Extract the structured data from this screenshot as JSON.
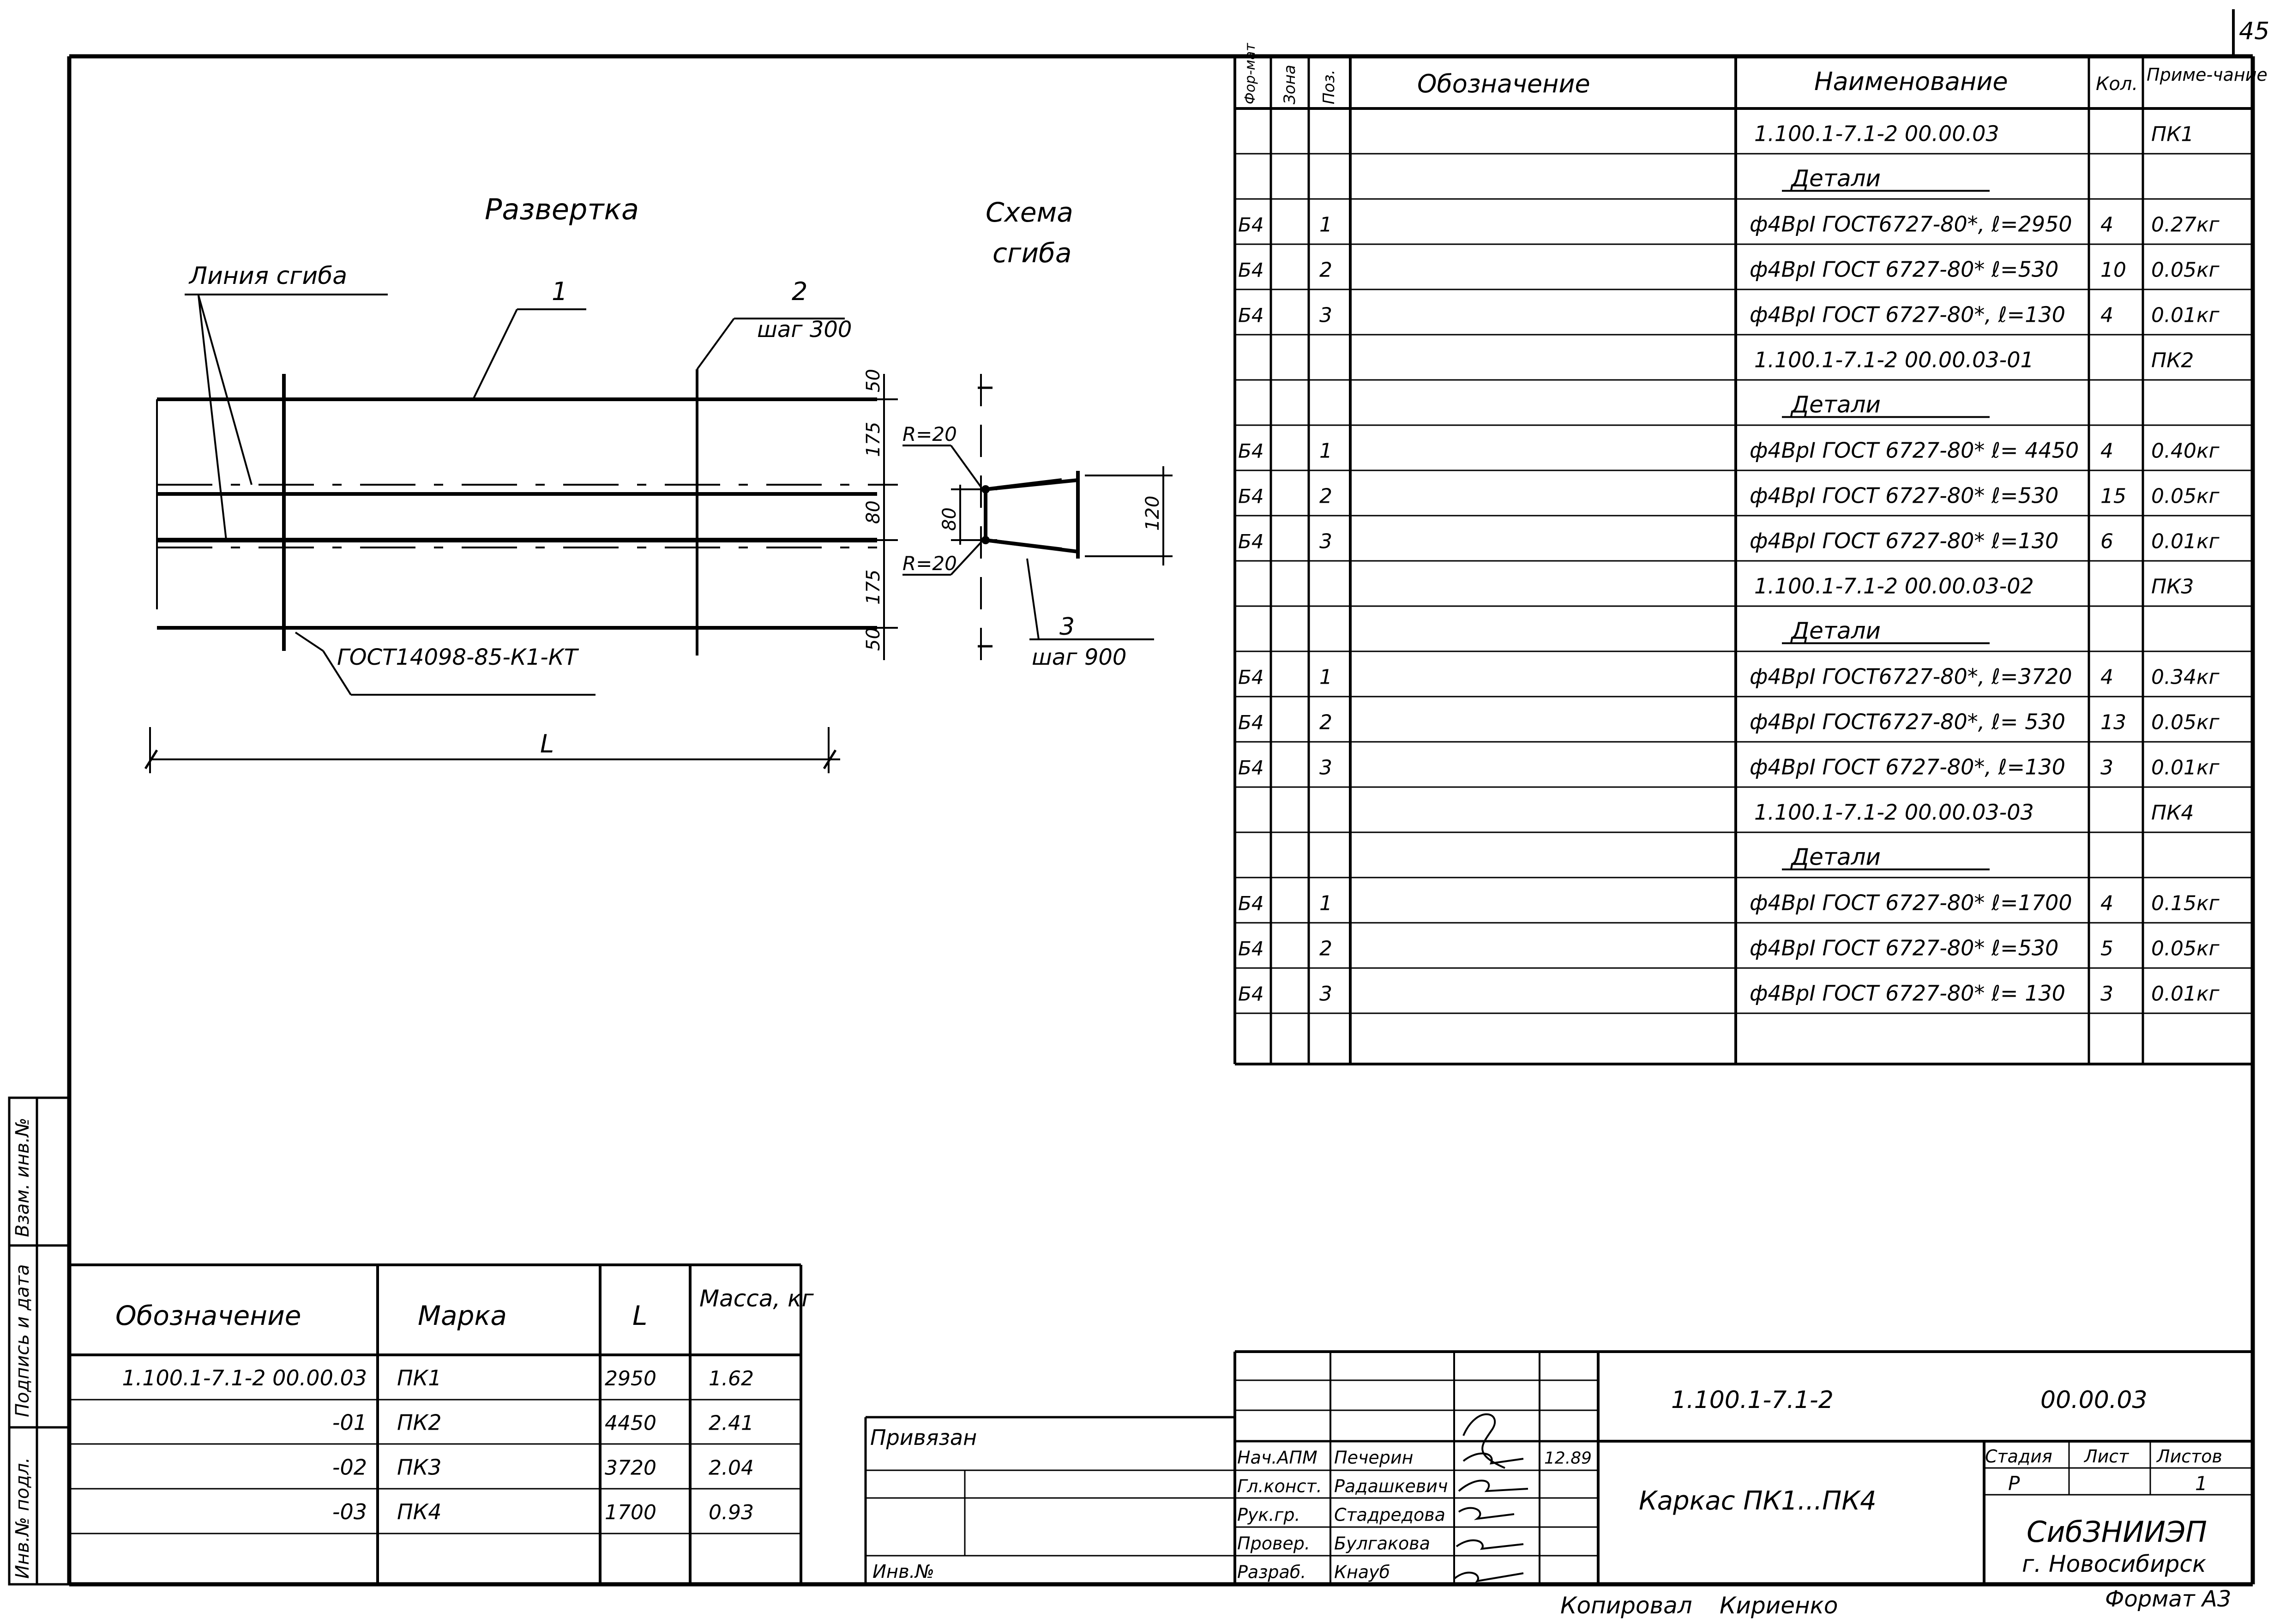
{
  "page_number": "45",
  "drawing": {
    "unfold_title": "Развертка",
    "bend_scheme_title_1": "Схема",
    "bend_scheme_title_2": "сгиба",
    "bend_line_label": "Линия сгиба",
    "callout_1": "1",
    "callout_2": "2",
    "callout_2_step": "шаг 300",
    "callout_3": "3",
    "callout_3_step": "шаг 900",
    "gost_label": "ГОСТ14098-85-К1-КТ",
    "length_label": "L",
    "dim_50_top": "50",
    "dim_175_top": "175",
    "dim_80": "80",
    "dim_175_bottom": "175",
    "dim_50_bottom": "50",
    "scheme_r20_top": "R=20",
    "scheme_r20_bottom": "R=20",
    "scheme_80": "80",
    "scheme_120": "120"
  },
  "spec": {
    "headers": {
      "format": "Фор-мат",
      "zone": "Зона",
      "pos": "Поз.",
      "designation": "Обозначение",
      "name": "Наименование",
      "qty": "Кол.",
      "note": "Приме-чание"
    },
    "rows": [
      {
        "fmt": "",
        "pos": "",
        "name": "1.100.1-7.1-2     00.00.03",
        "qty": "",
        "note": "ПК1",
        "style": "code"
      },
      {
        "fmt": "",
        "pos": "",
        "name": "Детали",
        "qty": "",
        "note": "",
        "style": "heading"
      },
      {
        "fmt": "Б4",
        "pos": "1",
        "name": "ф4ВрI ГОСТ6727-80*, ℓ=2950",
        "qty": "4",
        "note": "0.27кг",
        "style": ""
      },
      {
        "fmt": "Б4",
        "pos": "2",
        "name": "ф4ВрI ГОСТ 6727-80* ℓ=530",
        "qty": "10",
        "note": "0.05кг",
        "style": ""
      },
      {
        "fmt": "Б4",
        "pos": "3",
        "name": "ф4ВрI ГОСТ 6727-80*, ℓ=130",
        "qty": "4",
        "note": "0.01кг",
        "style": ""
      },
      {
        "fmt": "",
        "pos": "",
        "name": "1.100.1-7.1-2   00.00.03-01",
        "qty": "",
        "note": "ПК2",
        "style": "code"
      },
      {
        "fmt": "",
        "pos": "",
        "name": "Детали",
        "qty": "",
        "note": "",
        "style": "heading"
      },
      {
        "fmt": "Б4",
        "pos": "1",
        "name": "ф4ВрI ГОСТ 6727-80* ℓ= 4450",
        "qty": "4",
        "note": "0.40кг",
        "style": ""
      },
      {
        "fmt": "Б4",
        "pos": "2",
        "name": "ф4ВрI ГОСТ 6727-80* ℓ=530",
        "qty": "15",
        "note": "0.05кг",
        "style": ""
      },
      {
        "fmt": "Б4",
        "pos": "3",
        "name": "ф4ВрI ГОСТ 6727-80* ℓ=130",
        "qty": "6",
        "note": "0.01кг",
        "style": ""
      },
      {
        "fmt": "",
        "pos": "",
        "name": "1.100.1-7.1-2   00.00.03-02",
        "qty": "",
        "note": "ПК3",
        "style": "code"
      },
      {
        "fmt": "",
        "pos": "",
        "name": "Детали",
        "qty": "",
        "note": "",
        "style": "heading"
      },
      {
        "fmt": "Б4",
        "pos": "1",
        "name": "ф4ВрI ГОСТ6727-80*, ℓ=3720",
        "qty": "4",
        "note": "0.34кг",
        "style": ""
      },
      {
        "fmt": "Б4",
        "pos": "2",
        "name": "ф4ВрI ГОСТ6727-80*, ℓ= 530",
        "qty": "13",
        "note": "0.05кг",
        "style": ""
      },
      {
        "fmt": "Б4",
        "pos": "3",
        "name": "ф4ВрI ГОСТ 6727-80*, ℓ=130",
        "qty": "3",
        "note": "0.01кг",
        "style": ""
      },
      {
        "fmt": "",
        "pos": "",
        "name": "1.100.1-7.1-2   00.00.03-03",
        "qty": "",
        "note": "ПК4",
        "style": "code"
      },
      {
        "fmt": "",
        "pos": "",
        "name": "Детали",
        "qty": "",
        "note": "",
        "style": "heading"
      },
      {
        "fmt": "Б4",
        "pos": "1",
        "name": "ф4ВрI ГОСТ 6727-80* ℓ=1700",
        "qty": "4",
        "note": "0.15кг",
        "style": ""
      },
      {
        "fmt": "Б4",
        "pos": "2",
        "name": "ф4ВрI ГОСТ 6727-80* ℓ=530",
        "qty": "5",
        "note": "0.05кг",
        "style": ""
      },
      {
        "fmt": "Б4",
        "pos": "3",
        "name": "ф4ВрI ГОСТ 6727-80* ℓ= 130",
        "qty": "3",
        "note": "0.01кг",
        "style": ""
      },
      {
        "fmt": "",
        "pos": "",
        "name": "",
        "qty": "",
        "note": "",
        "style": ""
      }
    ]
  },
  "marks_table": {
    "headers": {
      "designation": "Обозначение",
      "mark": "Марка",
      "length": "L",
      "mass": "Масса, кг"
    },
    "rows": [
      {
        "designation": "1.100.1-7.1-2     00.00.03",
        "mark": "ПК1",
        "length": "2950",
        "mass": "1.62"
      },
      {
        "designation": "-01",
        "mark": "ПК2",
        "length": "4450",
        "mass": "2.41"
      },
      {
        "designation": "-02",
        "mark": "ПК3",
        "length": "3720",
        "mass": "2.04"
      },
      {
        "designation": "-03",
        "mark": "ПК4",
        "length": "1700",
        "mass": "0.93"
      }
    ]
  },
  "side_stamp": {
    "inv_orig": "Инв.№ подл.",
    "sign_date": "Подпись и дата",
    "replace_inv": "Взам. инв.№"
  },
  "title_block": {
    "bound": "Привязан",
    "inv_no": "Инв.№",
    "doc_code": "1.100.1-7.1-2",
    "doc_number": "00.00.03",
    "doc_title": "Каркас ПК1...ПК4",
    "stage_label": "Стадия",
    "sheet_label": "Лист",
    "sheets_label": "Листов",
    "stage_value": "Р",
    "sheets_value": "1",
    "org_name": "СибЗНИИЭП",
    "org_city": "г. Новосибирск",
    "people": [
      {
        "role": "Нач.АПМ",
        "name": "Печерин",
        "date": "12.89"
      },
      {
        "role": "Гл.конст.",
        "name": "Радашкевич",
        "date": ""
      },
      {
        "role": "Рук.гр.",
        "name": "Стадредова",
        "date": ""
      },
      {
        "role": "Провер.",
        "name": "Булгакова",
        "date": ""
      },
      {
        "role": "Разраб.",
        "name": "Кнауб",
        "date": ""
      }
    ],
    "copied_label": "Копировал",
    "copied_by": "Кириенко",
    "format_label": "Формат А3"
  }
}
